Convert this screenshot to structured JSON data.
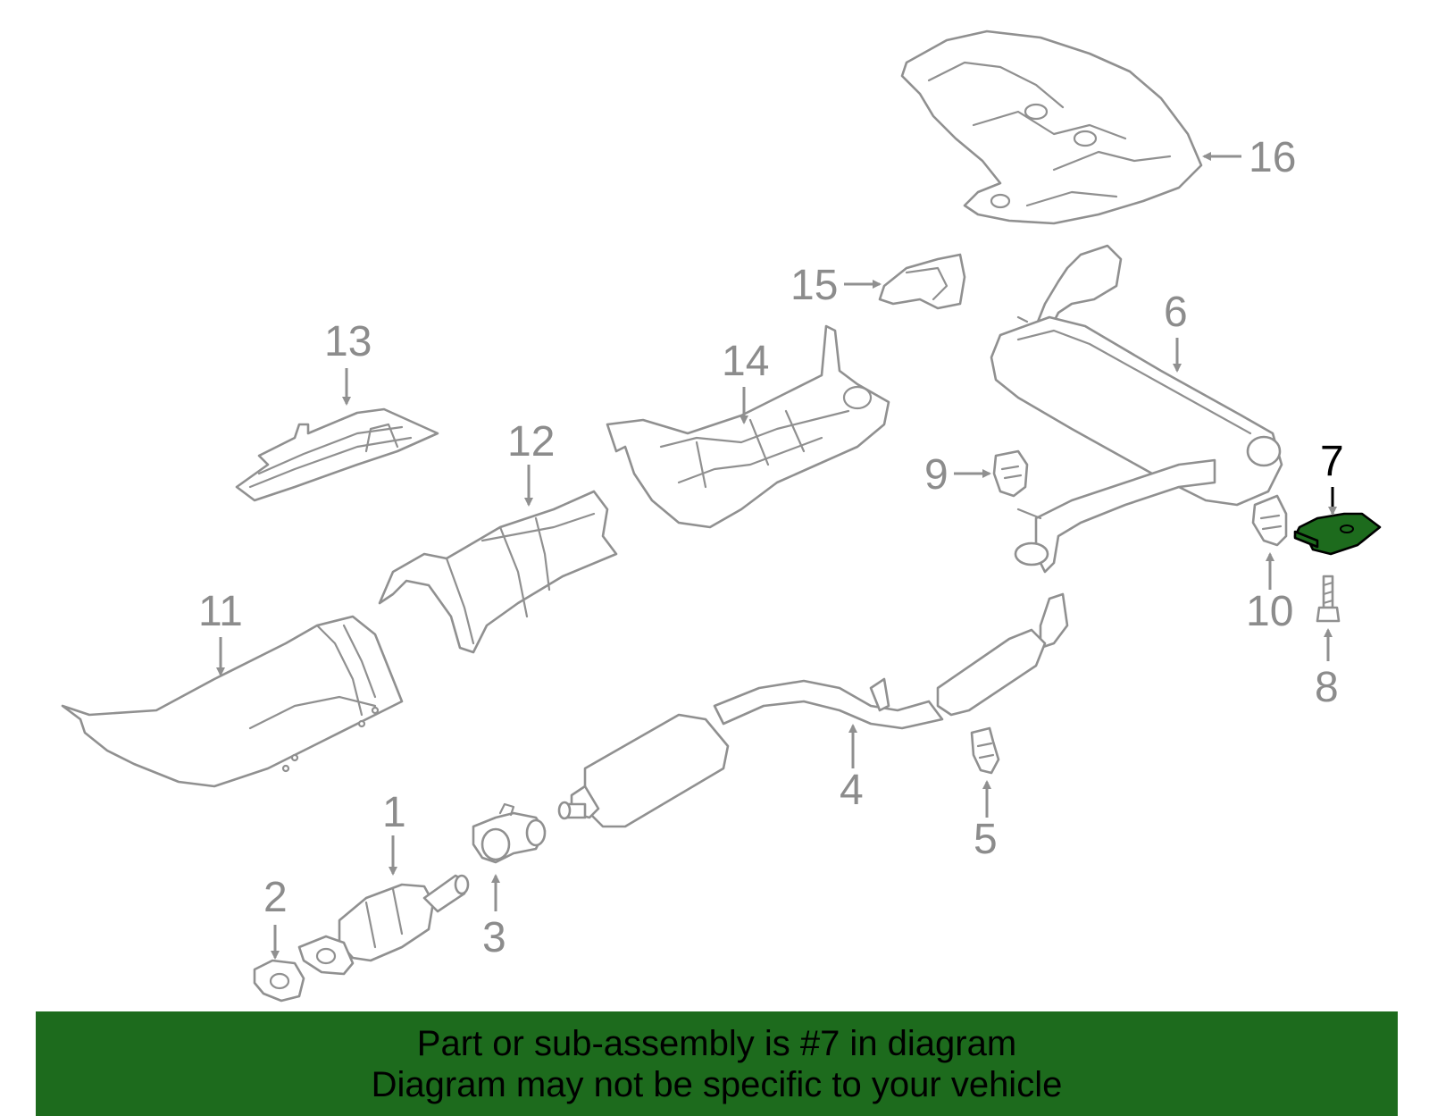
{
  "callouts": {
    "c1": "1",
    "c2": "2",
    "c3": "3",
    "c4": "4",
    "c5": "5",
    "c6": "6",
    "c7": "7",
    "c8": "8",
    "c9": "9",
    "c10": "10",
    "c11": "11",
    "c12": "12",
    "c13": "13",
    "c14": "14",
    "c15": "15",
    "c16": "16"
  },
  "highlight": {
    "part": "7",
    "color": "#1d6b1d"
  },
  "banner": {
    "line1": "Part or sub-assembly is #7 in diagram",
    "line2": "Diagram may not be specific to your vehicle",
    "background": "#1d6b1d"
  }
}
